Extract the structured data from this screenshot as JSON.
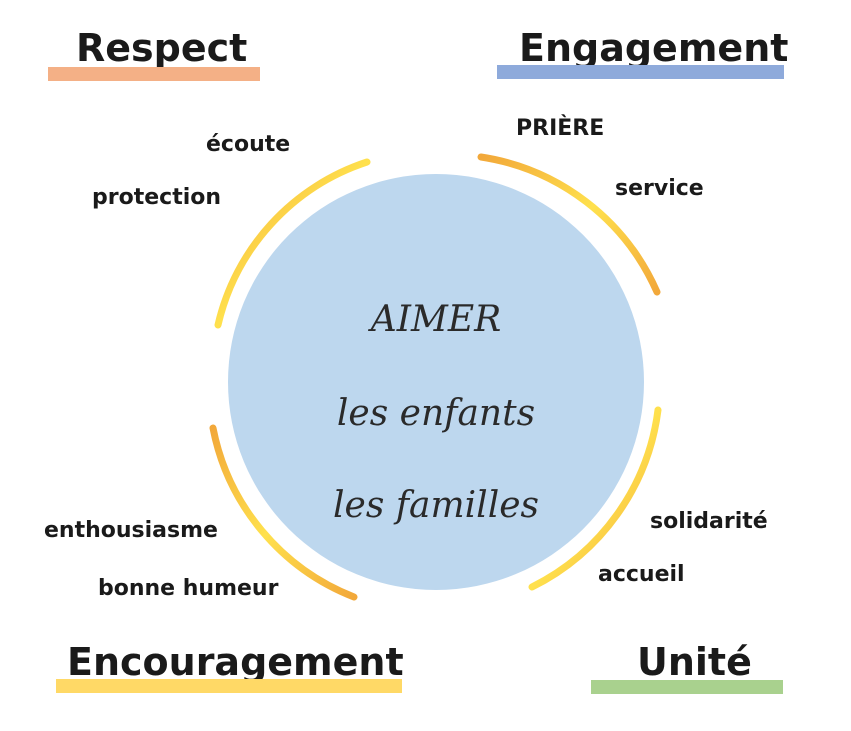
{
  "colors": {
    "respect": "#f4b086",
    "engagement": "#8eaadb",
    "encouragement": "#ffd966",
    "unity": "#a9d18e",
    "circle": "#bdd7ee",
    "arc_inner": "#ffe14d",
    "arc_outer": "#f0a030"
  },
  "headings": {
    "respect": "Respect",
    "engagement": "Engagement",
    "encouragement": "Encouragement",
    "unity": "Unité"
  },
  "center": {
    "line1": "AIMER",
    "line2": "les enfants",
    "line3": "les familles"
  },
  "words": {
    "ecoute": "écoute",
    "protection": "protection",
    "priere": "PRIÈRE",
    "service": "service",
    "enthousiasme": "enthousiasme",
    "bonne_humeur": "bonne humeur",
    "solidarite": "solidarité",
    "accueil": "accueil"
  }
}
